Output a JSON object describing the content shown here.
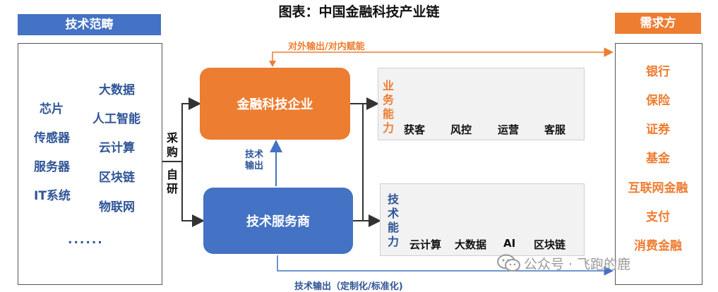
{
  "title": "图表：中国金融科技产业链",
  "left_header": "技术范畴",
  "right_header": "需求方",
  "tech_col1": [
    "芯片",
    "传感器",
    "服务器",
    "IT系统"
  ],
  "tech_col2": [
    "大数据",
    "人工智能",
    "云计算",
    "区块链",
    "物联网"
  ],
  "tech_ellipsis": "......",
  "procure_label": "采购",
  "self_dev_label": "自研",
  "fintech_box": "金融科技企业",
  "service_box": "技术服务商",
  "tech_output_up": "技术输出",
  "top_arrow_label": "对外输出/对内赋能",
  "bottom_arrow_label": "技术输出（定制化/标准化)",
  "business_capability_label": "业务能力",
  "business_items": [
    "获客",
    "风控",
    "运营",
    "客服"
  ],
  "tech_capability_label": "技术能力",
  "tech_items": [
    "云计算",
    "大数据",
    "AI",
    "区块链"
  ],
  "demand_items": [
    "银行",
    "保险",
    "证券",
    "基金",
    "互联网金融",
    "支付",
    "消费金融"
  ],
  "watermark": "公众号 · 飞跑的鹿",
  "colors": {
    "orange": "#ed7d31",
    "blue": "#4472c4",
    "dark_blue": "#2f5597"
  }
}
